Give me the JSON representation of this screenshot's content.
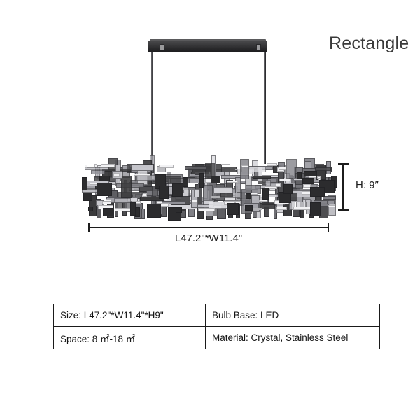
{
  "title": "Rectangle",
  "dimensions": {
    "width_label": "L47.2\"*W11.4\"",
    "height_label": "H: 9″"
  },
  "spec_table": {
    "rows": [
      {
        "left": "Size:  L47.2\"*W11.4\"*H9\"",
        "right": "Bulb Base: LED"
      },
      {
        "left": "Space: 8 ㎡-18 ㎡",
        "right": "Material: Crystal, Stainless Steel"
      }
    ]
  },
  "colors": {
    "background": "#ffffff",
    "ink": "#1c1c1c",
    "title": "#3a3a3a",
    "metal_dark": "#232325",
    "metal_light": "#9a9a9c"
  }
}
